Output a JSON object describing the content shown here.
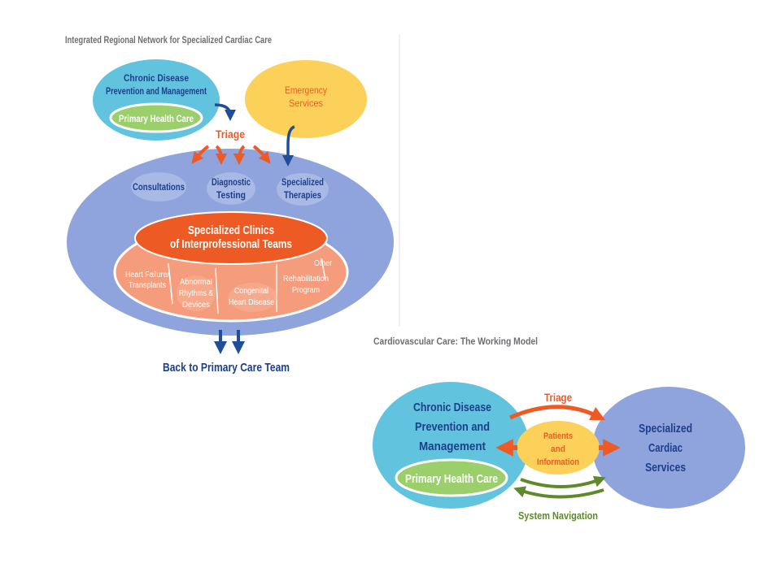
{
  "colors": {
    "light_blue": "#62c3df",
    "dark_blue_text": "#1d3f8a",
    "periwinkle": "#8fa4dc",
    "yellow": "#fcd15a",
    "orange": "#ee5a24",
    "salmon": "#f59c7c",
    "green": "#9bcf6c",
    "dark_green": "#5f8a2c",
    "navy": "#1f4f9a"
  },
  "left_diagram": {
    "title": "Integrated Regional Network for Specialized Cardiac Care",
    "chronic_line1": "Chronic Disease",
    "chronic_line2": "Prevention and Management",
    "primary_health_care": "Primary Health Care",
    "emergency_line1": "Emergency",
    "emergency_line2": "Services",
    "triage": "Triage",
    "consultations": "Consultations",
    "diagnostic_line1": "Diagnostic",
    "diagnostic_line2": "Testing",
    "therapies_line1": "Specialized",
    "therapies_line2": "Therapies",
    "clinics_line1": "Specialized Clinics",
    "clinics_line2": "of Interprofessional Teams",
    "heart_failure_line1": "Heart Failure/",
    "heart_failure_line2": "Transplants",
    "abnormal_line1": "Abnormal",
    "abnormal_line2": "Rhythms &",
    "abnormal_line3": "Devices",
    "congenital_line1": "Congenital",
    "congenital_line2": "Heart Disease",
    "rehab_line1": "Rehabilitation",
    "rehab_line2": "Program",
    "other": "Other",
    "back_to_primary": "Back to Primary Care Team"
  },
  "right_diagram": {
    "title": "Cardiovascular Care: The Working Model",
    "chronic_line1": "Chronic Disease",
    "chronic_line2": "Prevention and",
    "chronic_line3": "Management",
    "primary_health_care": "Primary Health Care",
    "specialized_line1": "Specialized",
    "specialized_line2": "Cardiac",
    "specialized_line3": "Services",
    "triage": "Triage",
    "patients_line1": "Patients",
    "patients_line2": "and",
    "patients_line3": "Information",
    "system_navigation": "System Navigation"
  }
}
